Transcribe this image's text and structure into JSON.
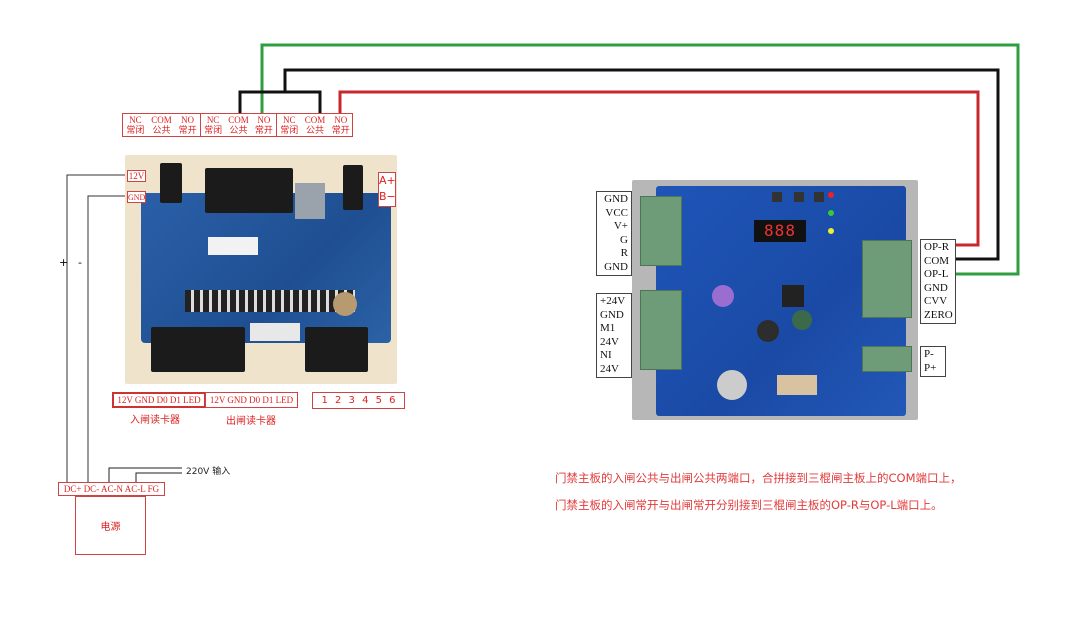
{
  "relay_groups": [
    {
      "terms": [
        {
          "en": "NC",
          "cn": "常闭"
        },
        {
          "en": "COM",
          "cn": "公共"
        },
        {
          "en": "NO",
          "cn": "常开"
        }
      ]
    },
    {
      "terms": [
        {
          "en": "NC",
          "cn": "常闭"
        },
        {
          "en": "COM",
          "cn": "公共"
        },
        {
          "en": "NO",
          "cn": "常开"
        }
      ]
    },
    {
      "terms": [
        {
          "en": "NC",
          "cn": "常闭"
        },
        {
          "en": "COM",
          "cn": "公共"
        },
        {
          "en": "NO",
          "cn": "常开"
        }
      ]
    }
  ],
  "access_board": {
    "power_labels": [
      "12V",
      "GND"
    ],
    "rs485_labels": [
      "A+",
      "B−"
    ],
    "polarity": [
      "+",
      "-"
    ],
    "reader_in": {
      "pins": "12V GND D0 D1 LED",
      "caption": "入闸读卡器"
    },
    "reader_out": {
      "pins": "12V GND D0 D1 LED",
      "caption": "出闸读卡器"
    },
    "aux_pins": "1 2 3 4 5 6"
  },
  "power_supply": {
    "terminals": "DC+ DC- AC-N AC-L FG",
    "label": "电源",
    "ac_input": "220V 输入"
  },
  "turnstile_board": {
    "left_top": [
      "GND",
      "VCC",
      "V+",
      "G",
      "R",
      "GND"
    ],
    "left_bottom": [
      "+24V",
      "GND",
      "M1",
      "24V",
      "NI",
      "24V"
    ],
    "right": [
      "OP-R",
      "COM",
      "OP-L",
      "GND",
      "CVV",
      "ZERO"
    ],
    "right_bottom": [
      "P-",
      "P+"
    ],
    "display": "888"
  },
  "notes": [
    "门禁主板的入闸公共与出闸公共两端口，合拼接到三棍闸主板上的COM端口上，",
    "门禁主板的入闸常开与出闸常开分别接到三棍闸主板的OP-R与OP-L端口上。"
  ],
  "wire_colors": {
    "green": "#2e9e3e",
    "black": "#111111",
    "red": "#c8282d"
  }
}
